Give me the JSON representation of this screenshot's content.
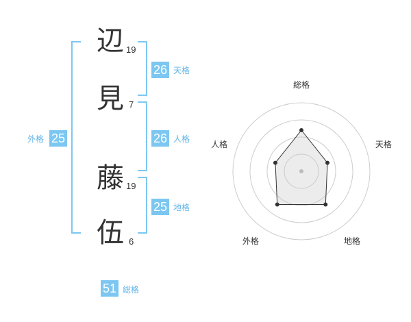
{
  "name_chars": [
    {
      "char": "辺",
      "strokes": "19"
    },
    {
      "char": "見",
      "strokes": "7"
    },
    {
      "char": "藤",
      "strokes": "19"
    },
    {
      "char": "伍",
      "strokes": "6"
    }
  ],
  "fortunes": {
    "tenkaku": {
      "label": "天格",
      "value": "26"
    },
    "jinkaku": {
      "label": "人格",
      "value": "26"
    },
    "chikaku": {
      "label": "地格",
      "value": "25"
    },
    "gaikaku": {
      "label": "外格",
      "value": "25"
    },
    "soukaku": {
      "label": "総格",
      "value": "51"
    }
  },
  "colors": {
    "accent": "#7cc7f2",
    "label": "#5fb3e6",
    "text": "#333333"
  },
  "chart_data": {
    "type": "radar",
    "axes": [
      "総格",
      "天格",
      "地格",
      "外格",
      "人格"
    ],
    "values": [
      3,
      2,
      3,
      3,
      2
    ],
    "scale_max": 5,
    "rings": 4
  }
}
